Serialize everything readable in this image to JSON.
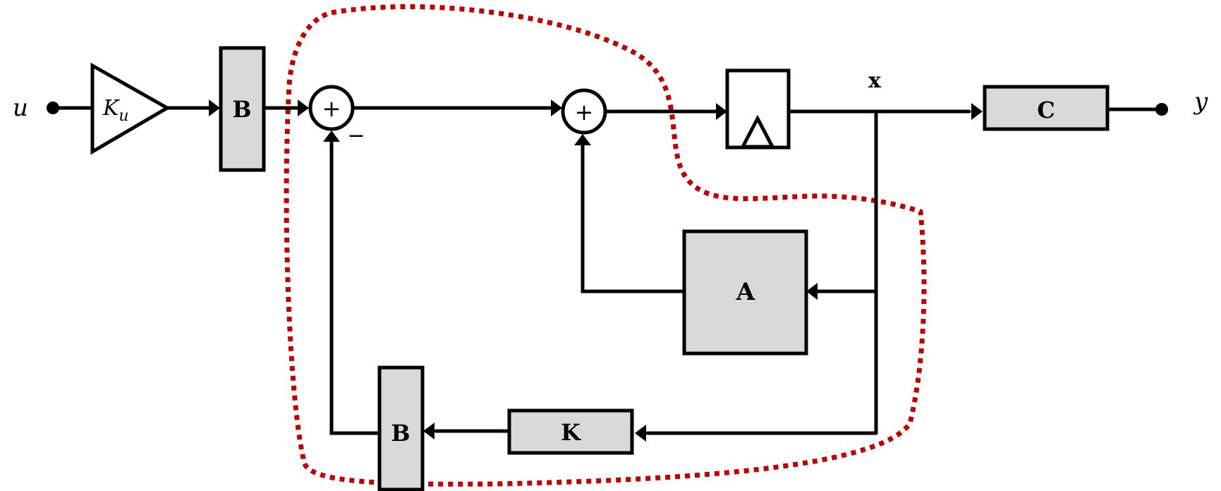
{
  "diagram": {
    "input_label": "u",
    "output_label": "y",
    "gain_label_base": "K",
    "gain_label_sub": "u",
    "block_B_top": "B",
    "block_C": "C",
    "block_A": "A",
    "block_K": "K",
    "block_B_bottom": "B",
    "state_label": "x",
    "sum1_sign": "+",
    "sum1_minus": "−",
    "sum2_sign": "+",
    "colors": {
      "block_fill": "#d9d9d9",
      "line": "#000000",
      "loop_boundary": "#c00000"
    }
  }
}
